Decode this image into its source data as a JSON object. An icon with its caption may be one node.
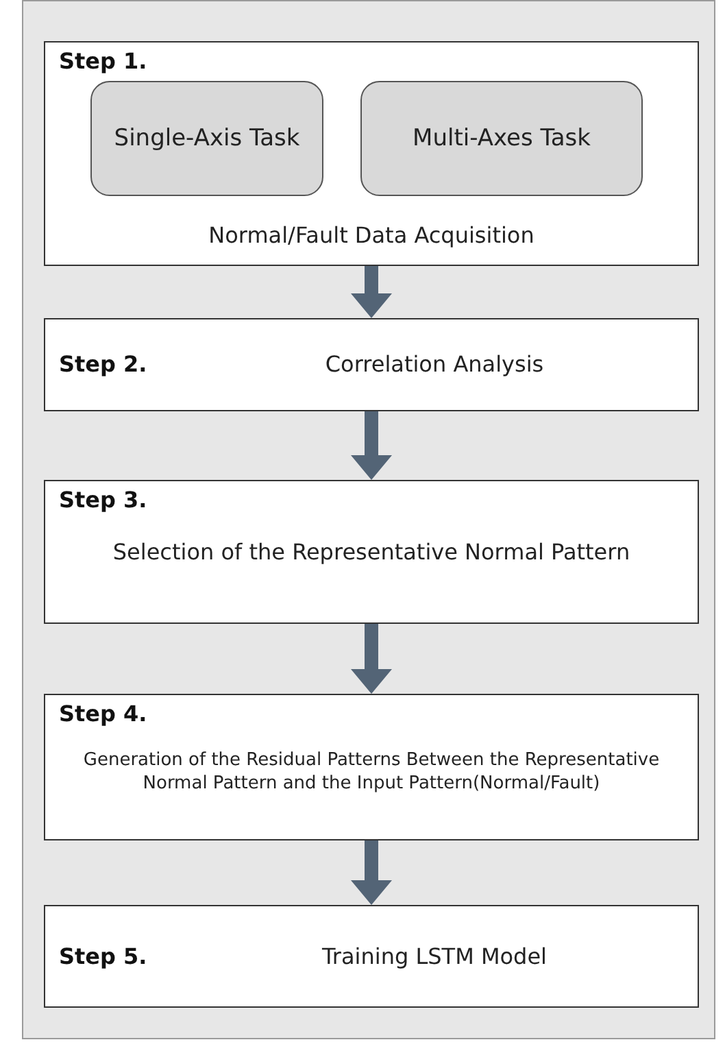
{
  "diagram": {
    "nodes": [
      {
        "text": [
          "Step 1.",
          "Normal/Fault Data Acquisition"
        ]
      },
      {
        "text": [
          "Single-Axis Task"
        ],
        "in": 0
      },
      {
        "text": [
          "Multi-Axes Task"
        ],
        "in": 0
      },
      {
        "text": [
          "Step 2.",
          "Correlation Analysis"
        ]
      },
      {
        "text": [
          "Step 3.",
          "Selection of the Representative Normal Pattern"
        ]
      },
      {
        "text": [
          "Step 4.",
          "Generation of the Residual Patterns Between the Representative Normal Pattern and the Input Pattern(Normal/Fault)"
        ]
      },
      {
        "text": [
          "Step 5.",
          "Training LSTM Model"
        ]
      }
    ],
    "edges": [
      {
        "from": 0,
        "to": 3,
        "arrow": "to",
        "style": "thick"
      },
      {
        "from": 3,
        "to": 4,
        "arrow": "to",
        "style": "thick"
      },
      {
        "from": 4,
        "to": 5,
        "arrow": "to",
        "style": "thick"
      },
      {
        "from": 5,
        "to": 6,
        "arrow": "to",
        "style": "thick"
      }
    ]
  }
}
